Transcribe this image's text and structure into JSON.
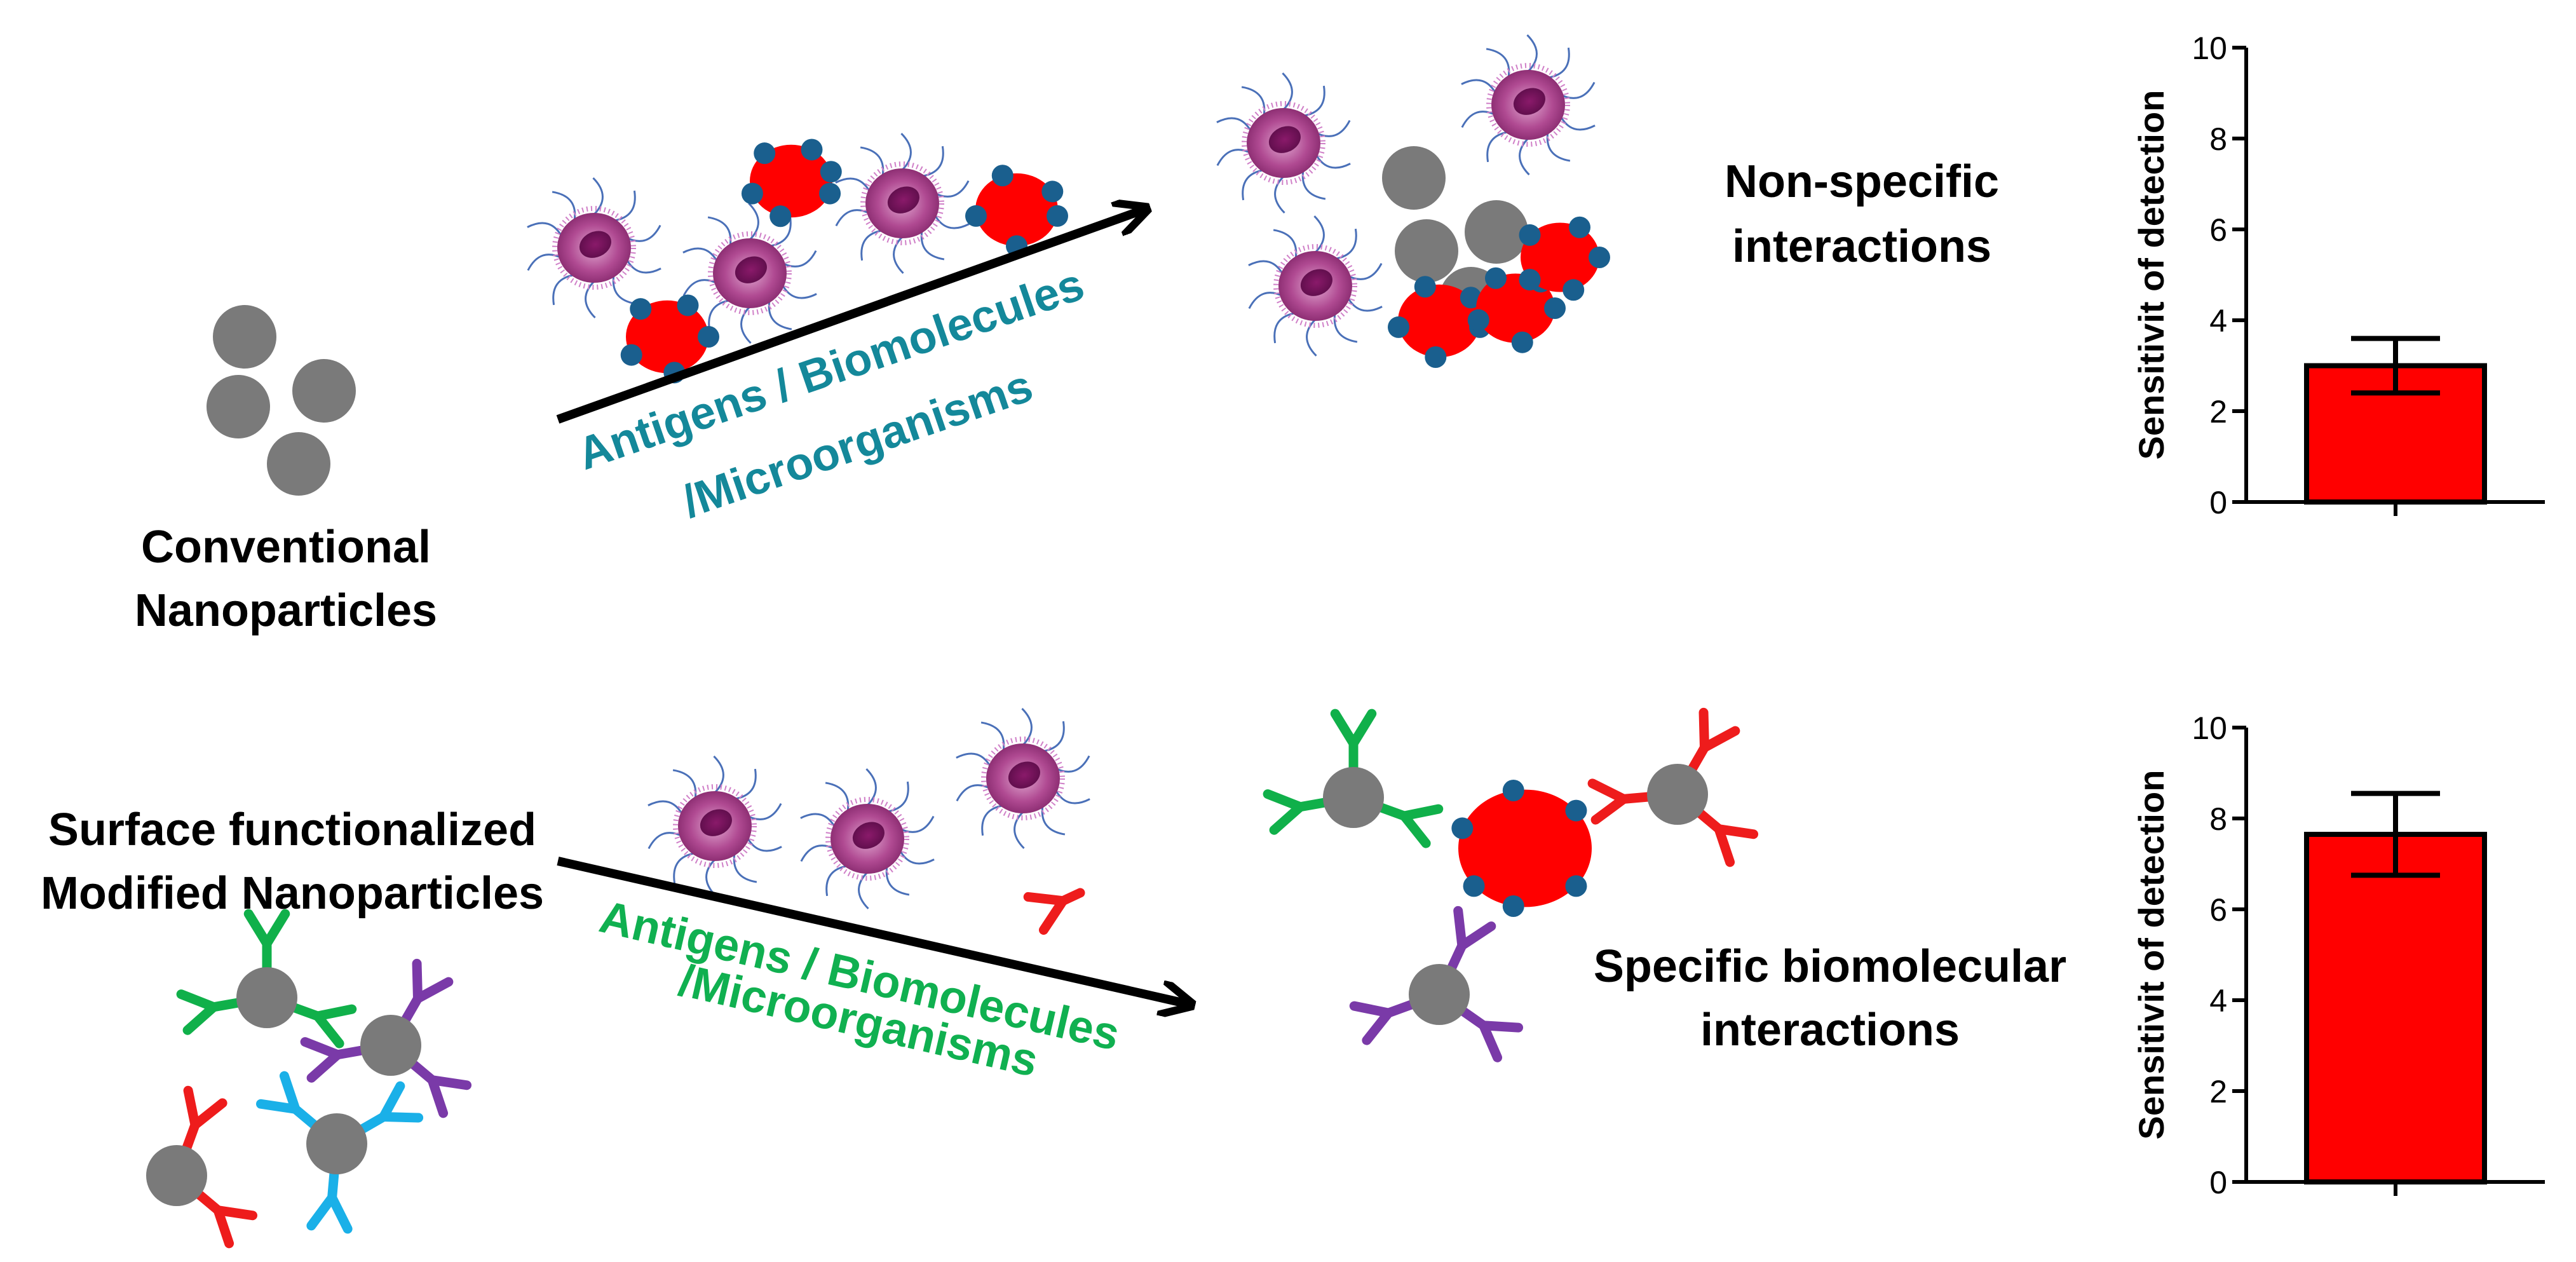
{
  "labels": {
    "conventional_line1": "Conventional",
    "conventional_line2": "Nanoparticles",
    "surface_line1": "Surface functionalized",
    "surface_line2": "Modified Nanoparticles",
    "top_arrow_line1": "Antigens / Biomolecules",
    "top_arrow_line2": "/Microorganisms",
    "bottom_arrow_line1": "Antigens / Biomolecules",
    "bottom_arrow_line2": "/Microorganisms",
    "nonspecific_line1": "Non-specific",
    "nonspecific_line2": "interactions",
    "specific_line1": "Specific biomolecular",
    "specific_line2": "interactions"
  },
  "colors": {
    "nanoparticle": "#7a7a7a",
    "antigen_red": "#ff0000",
    "antigen_dot": "#1a5f8e",
    "cell_purple": "#a0307a",
    "top_arrow_text": "#14889a",
    "bottom_arrow_text": "#10b050",
    "antibody_green": "#10b04a",
    "antibody_purple": "#7a3aa8",
    "antibody_cyan": "#1ab0e8",
    "antibody_red": "#ee1c1c",
    "bar_fill": "#ff0000"
  },
  "chart_data": [
    {
      "type": "bar",
      "categories": [
        ""
      ],
      "values": [
        3.0
      ],
      "error": [
        0.6
      ],
      "ylabel": "Sensitivit of detection",
      "ylim": [
        0,
        10
      ],
      "yticks": [
        0,
        2,
        4,
        6,
        8,
        10
      ],
      "grid": false
    },
    {
      "type": "bar",
      "categories": [
        ""
      ],
      "values": [
        7.65
      ],
      "error": [
        0.9
      ],
      "ylabel": "Sensitivit of detection",
      "ylim": [
        0,
        10
      ],
      "yticks": [
        0,
        2,
        4,
        6,
        8,
        10
      ],
      "grid": false
    }
  ]
}
